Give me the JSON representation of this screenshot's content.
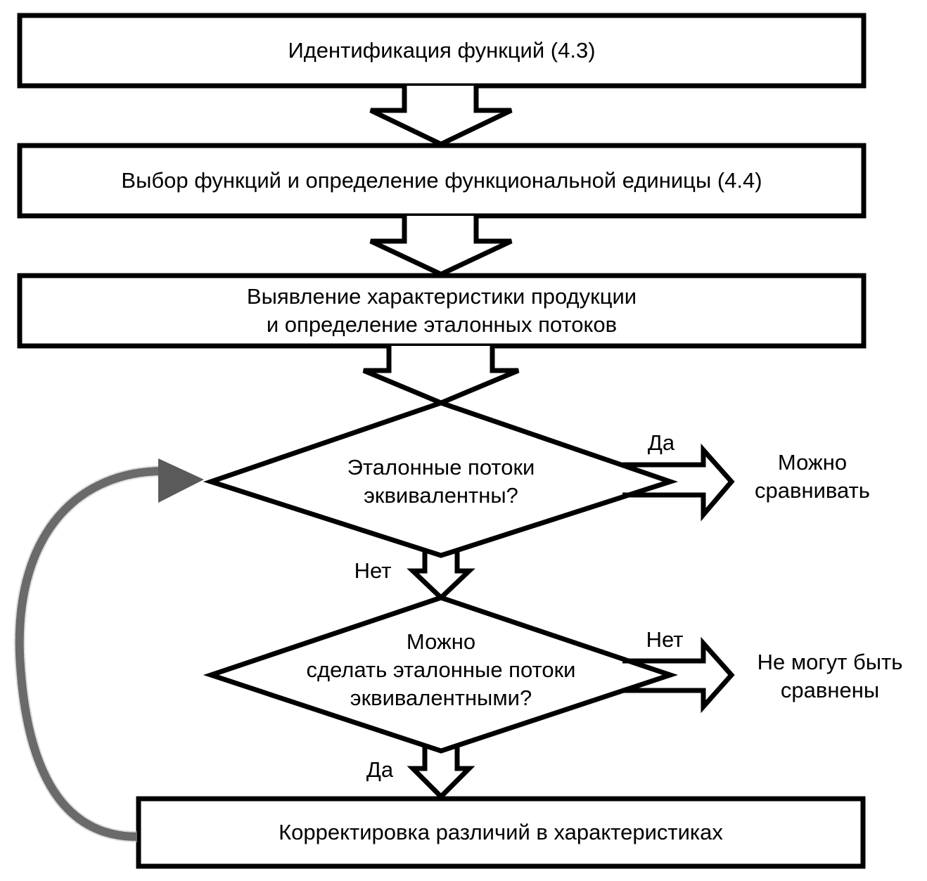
{
  "boxes": [
    {
      "id": "identify",
      "text": "Идентификация функций (4.3)"
    },
    {
      "id": "select",
      "text": "Выбор функций и определение функциональной единицы (4.4)"
    },
    {
      "id": "reveal",
      "line1": "Выявление характеристики продукции",
      "line2": "и определение эталонных потоков"
    },
    {
      "id": "correct",
      "text": "Корректировка различий в характеристиках"
    }
  ],
  "decisions": [
    {
      "id": "equivalent",
      "line1": "Эталонные потоки",
      "line2": "эквивалентны?"
    },
    {
      "id": "can-make",
      "line1": "Можно",
      "line2": "сделать эталонные потоки",
      "line3": "эквивалентными?"
    }
  ],
  "branches": {
    "d1_yes": "Да",
    "d1_no": "Нет",
    "d2_no": "Нет",
    "d2_yes": "Да"
  },
  "outcomes": {
    "comparable": {
      "line1": "Можно",
      "line2": "сравнивать"
    },
    "not_comparable": {
      "line1": "Не могут быть",
      "line2": "сравнены"
    }
  },
  "colors": {
    "stroke": "#000000",
    "feedback": "#555555"
  }
}
